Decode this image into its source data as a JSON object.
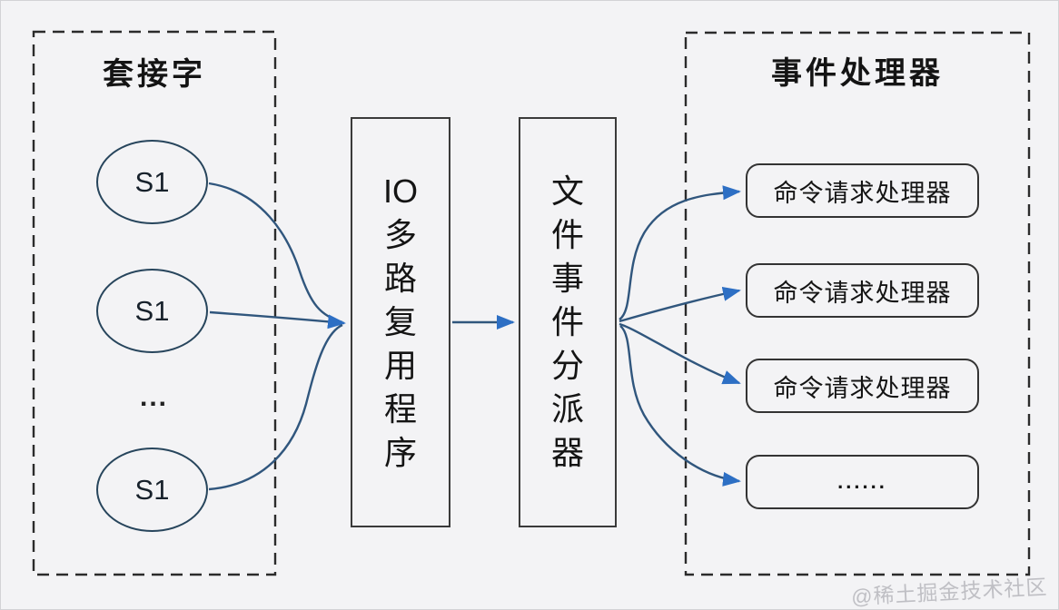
{
  "diagram": {
    "sockets_group": {
      "title": "套接字",
      "nodes": [
        "S1",
        "S1",
        "S1"
      ],
      "ellipsis": "..."
    },
    "multiplexer": {
      "label": "IO多路复用程序",
      "chars": [
        "IO",
        "多",
        "路",
        "复",
        "用",
        "程",
        "序"
      ]
    },
    "dispatcher": {
      "label": "文件事件分派器",
      "chars": [
        "文",
        "件",
        "事",
        "件",
        "分",
        "派",
        "器"
      ]
    },
    "handlers_group": {
      "title": "事件处理器",
      "items": [
        "命令请求处理器",
        "命令请求处理器",
        "命令请求处理器",
        "......"
      ]
    },
    "watermark": "@稀土掘金技术社区",
    "colors": {
      "background": "#f3f3f5",
      "arrow_line": "#30567d",
      "arrowhead": "#2d6fc4",
      "dashed_border": "#2b2b2b",
      "solid_border": "#3a3a3a",
      "ellipse_stroke": "#27455c",
      "text": "#141414",
      "watermark": "#bfbfc4"
    }
  }
}
